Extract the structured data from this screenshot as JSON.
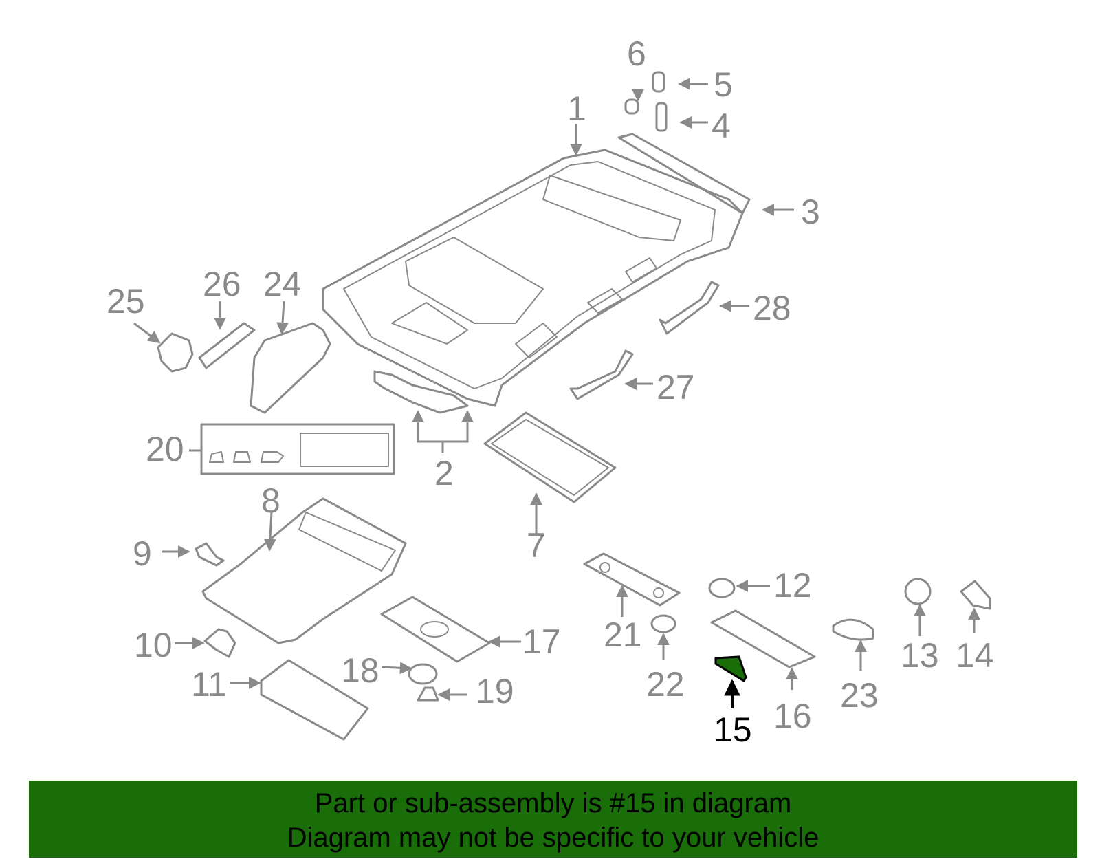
{
  "diagram": {
    "highlight_color": "#1a6e0a",
    "callouts": [
      "1",
      "2",
      "3",
      "4",
      "5",
      "6",
      "7",
      "8",
      "9",
      "10",
      "11",
      "12",
      "13",
      "14",
      "15",
      "16",
      "17",
      "18",
      "19",
      "20",
      "21",
      "22",
      "23",
      "24",
      "25",
      "26",
      "27",
      "28"
    ],
    "highlighted_callout": "15"
  },
  "footer": {
    "background": "#1a6e0a",
    "line1": "Part or sub-assembly is #15 in diagram",
    "line2": "Diagram may not be specific to your vehicle"
  }
}
